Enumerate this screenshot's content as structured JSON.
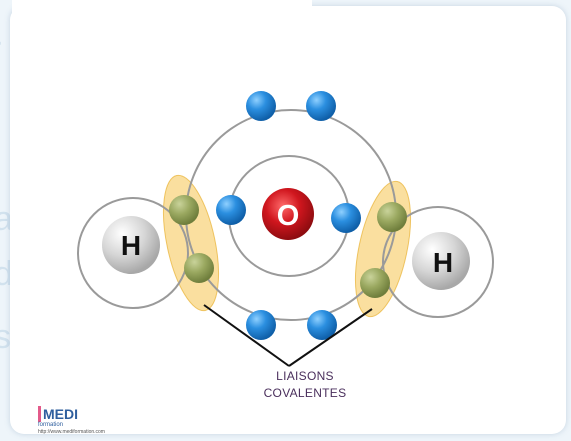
{
  "diagram": {
    "oxygen_symbol": "O",
    "hydrogen_left_symbol": "H",
    "hydrogen_right_symbol": "H",
    "caption_line1": "LIAISONS",
    "caption_line2": "COVALENTES",
    "colors": {
      "electron": "#1f7fd0",
      "shared_electron": "#9aa860",
      "bond_highlight": "#f5c451",
      "oxygen": "#d0161e",
      "hydrogen": "#c9c9c9"
    }
  },
  "logo": {
    "name": "MEDI",
    "subtitle": "formation",
    "url": "http://www.mediformation.com"
  }
}
